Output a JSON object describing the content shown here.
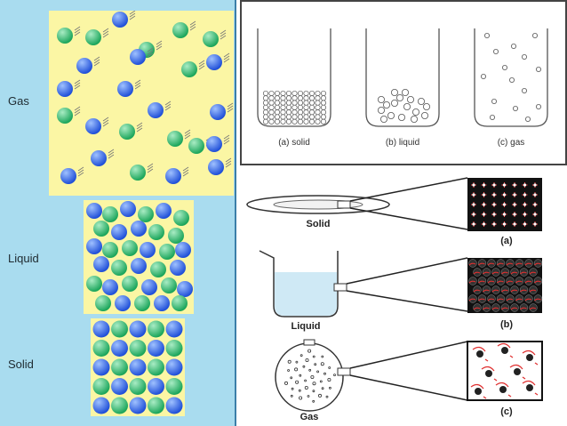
{
  "left_panel": {
    "labels": {
      "gas": "Gas",
      "liquid": "Liquid",
      "solid": "Solid"
    },
    "colors": {
      "background": "#a9dcef",
      "box": "#fbf6a4",
      "blue": "#1f4fd8",
      "green": "#1aa55a"
    }
  },
  "top_right": {
    "captions": {
      "solid": "(a) solid",
      "liquid": "(b) liquid",
      "gas": "(c) gas"
    }
  },
  "bottom_right": {
    "labels": {
      "solid": "Solid",
      "liquid": "Liquid",
      "gas": "Gas"
    },
    "zoom_labels": {
      "a": "(a)",
      "b": "(b)",
      "c": "(c)"
    }
  }
}
